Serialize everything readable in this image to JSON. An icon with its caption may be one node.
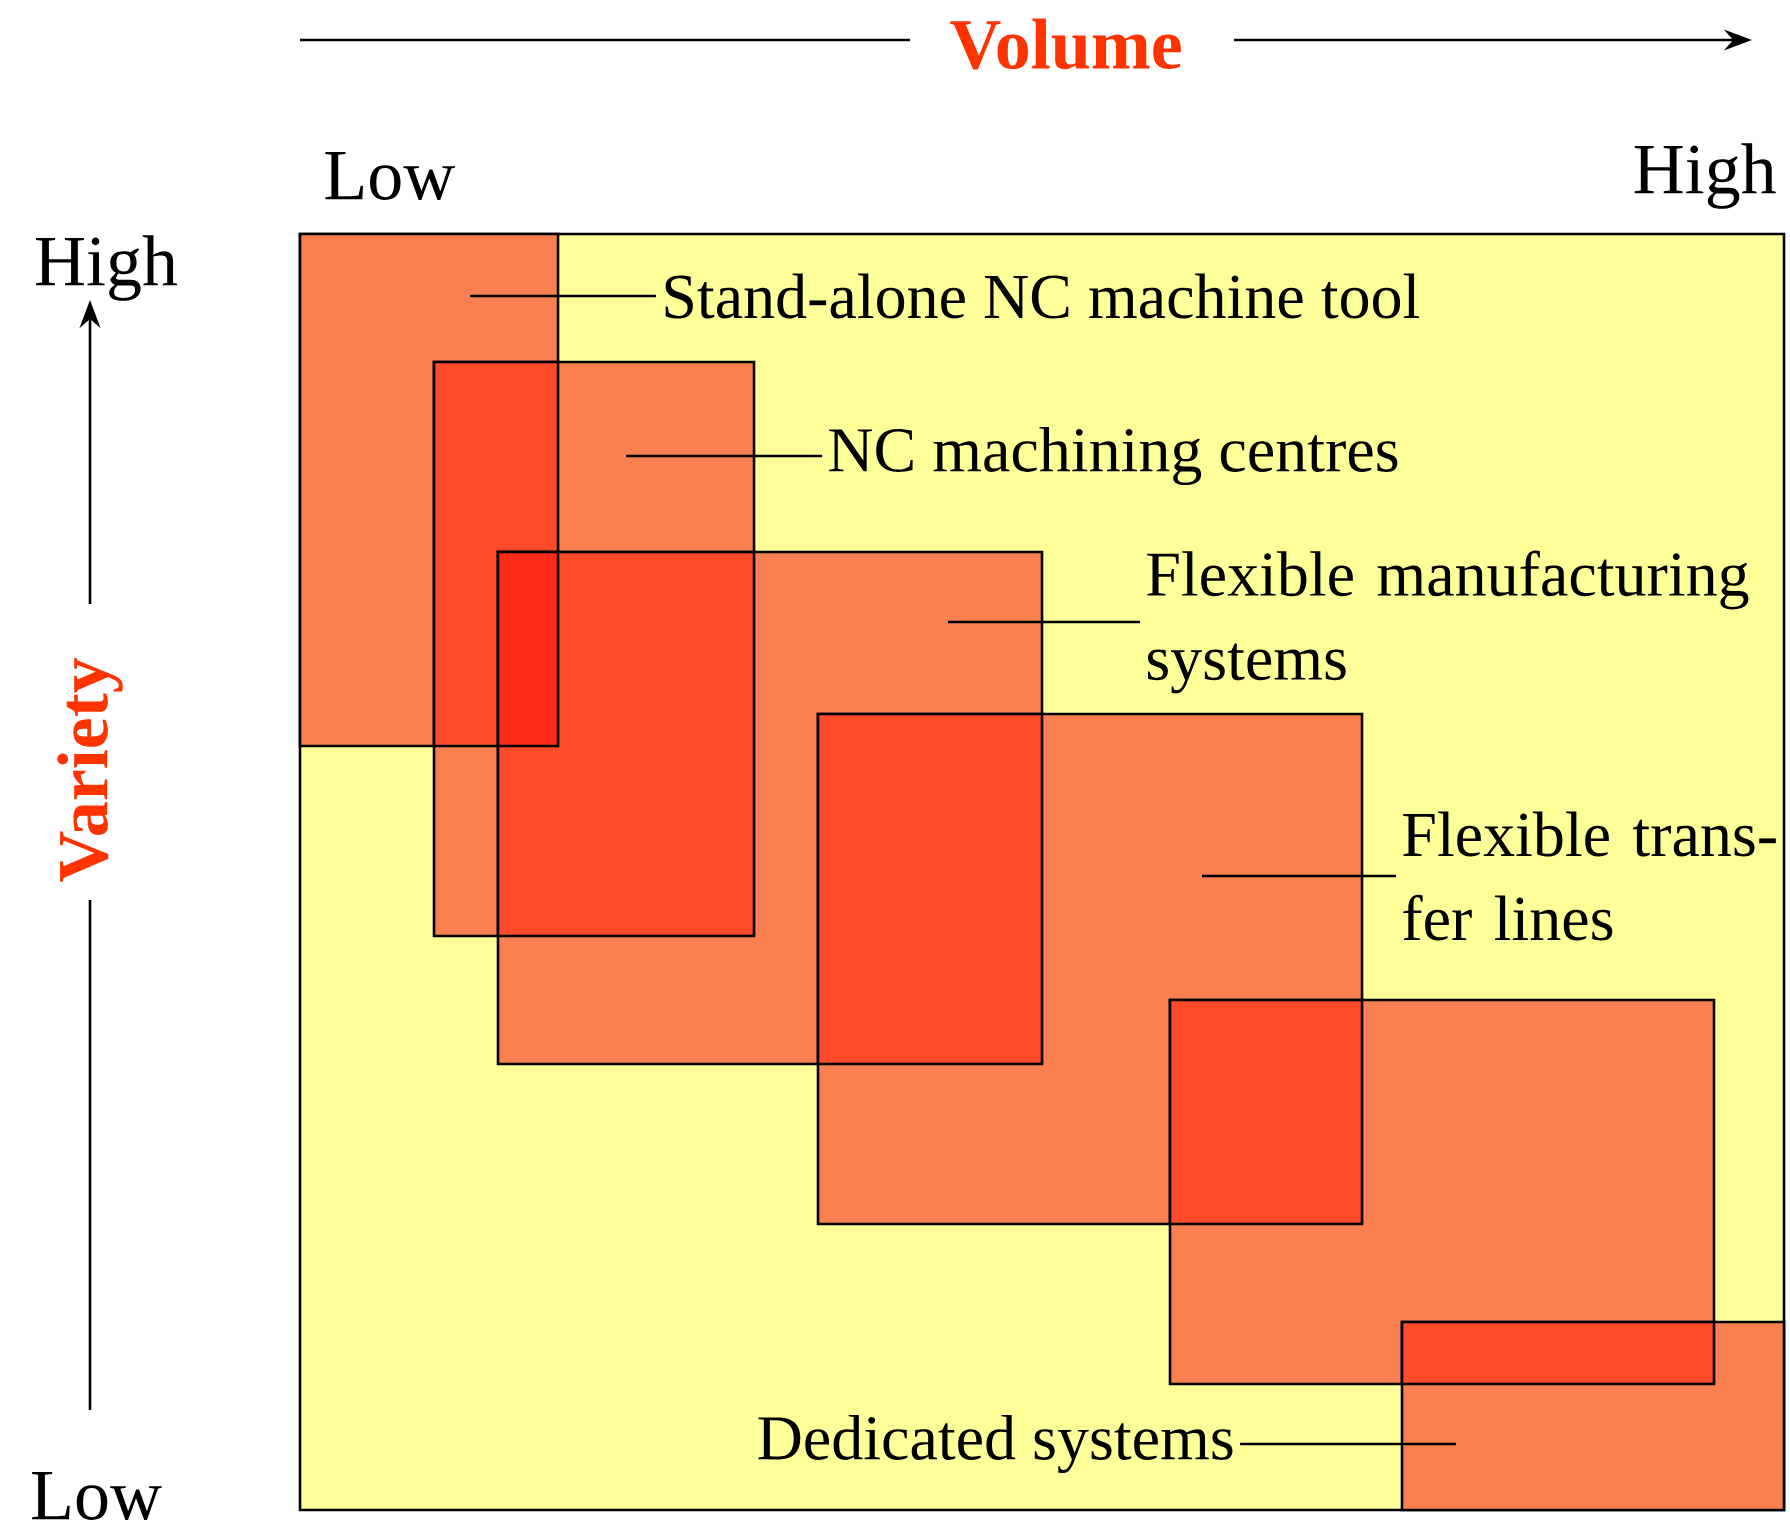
{
  "diagram": {
    "nodes": [
      {
        "text": [],
        "shape": "box"
      },
      {
        "text": [],
        "shape": "box"
      },
      {
        "text": [],
        "shape": "box"
      },
      {
        "text": [],
        "shape": "box"
      },
      {
        "text": [],
        "shape": "box"
      },
      {
        "text": [],
        "shape": "box"
      },
      {
        "text": [
          "Stand-alone NC machine tool"
        ]
      },
      {
        "text": [
          "NC machining centres"
        ]
      },
      {
        "text": [
          "Flexible manufacturing systems"
        ]
      },
      {
        "text": [
          "Flexible trans- fer lines"
        ]
      },
      {
        "text": [
          "Dedicated systems"
        ]
      }
    ],
    "edges": [
      {
        "from": 6,
        "to": 0,
        "arrow": "none"
      },
      {
        "from": 7,
        "to": 1,
        "arrow": "none"
      },
      {
        "from": 8,
        "to": 2,
        "arrow": "none"
      },
      {
        "from": 9,
        "to": 3,
        "arrow": "none"
      },
      {
        "from": 10,
        "to": 5,
        "arrow": "none"
      }
    ],
    "labels": [
      "Volume",
      "Low",
      "High",
      "High",
      "Variety",
      "Low"
    ]
  }
}
